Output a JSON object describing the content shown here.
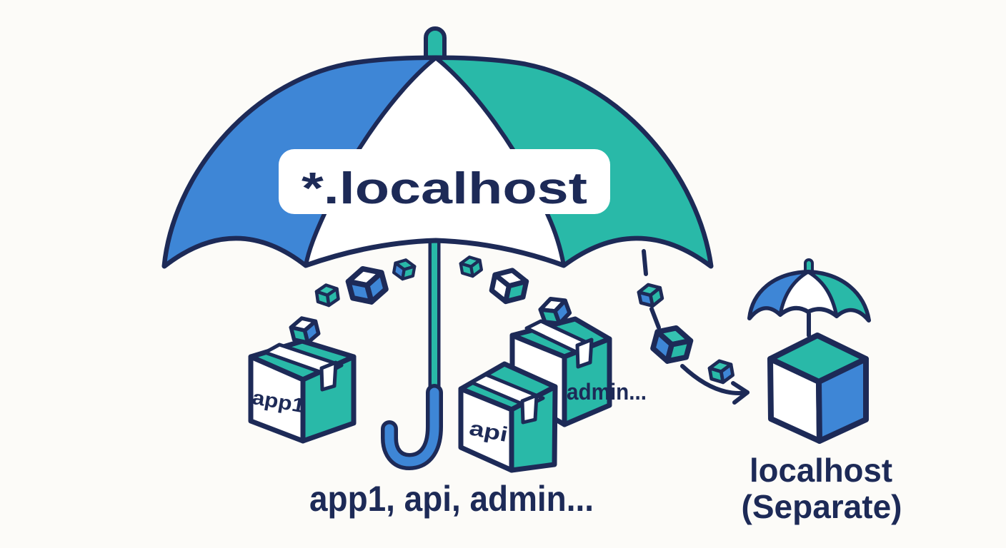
{
  "illustration": {
    "umbrella_label": "*.localhost",
    "box_labels": {
      "app1": "app1",
      "api": "api",
      "admin": "admin..."
    },
    "captions": {
      "covered": "app1, api, admin...",
      "separate_line1": "localhost",
      "separate_line2": "(Separate)"
    },
    "palette": {
      "navy_outline_text": "#1d2a57",
      "blue": "#3e86d6",
      "teal": "#29b9a8",
      "white": "#ffffff",
      "background": "#fcfbf8"
    },
    "icons": {
      "large-umbrella-icon": "two-tone umbrella (blue/white/teal) sheltering package boxes",
      "small-umbrella-icon": "small blue/white/teal umbrella over separate cube",
      "package-box-icon": "isometric parcel box with tape stripe",
      "parcel-icon": "small floating parcel cube",
      "dashed-trajectory": "dashed fall path of parcels outside umbrella",
      "arrow-right-icon": "curved arrow pointing to separate localhost cube",
      "cube-icon": "isometric cube (teal top, white left, blue right)"
    }
  }
}
